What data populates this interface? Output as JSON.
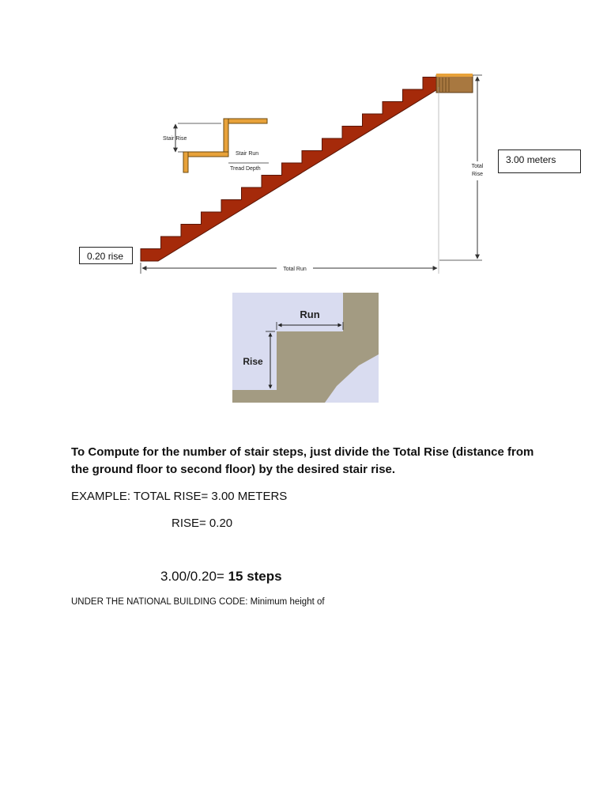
{
  "diagram1": {
    "stair_rise": "Stair Rise",
    "stair_run": "Stair Run",
    "tread_depth": "Tread Depth",
    "total_rise_line1": "Total",
    "total_rise_line2": "Rise",
    "total_run": "Total Run",
    "callout_rise": "0.20 rise",
    "callout_total": "3.00 meters",
    "colors": {
      "stair": "#a52a0a",
      "stair_edge": "#5a1505",
      "tread_detail": "#e8a23a"
    }
  },
  "diagram2": {
    "run": "Run",
    "rise": "Rise",
    "colors": {
      "background": "#d9dcf0",
      "step": "#a39b82"
    }
  },
  "text": {
    "paragraph": "To Compute for the number of stair steps, just divide the Total Rise (distance from the ground floor to second floor) by the desired stair rise.",
    "example_line": "EXAMPLE: TOTAL RISE= 3.00 METERS",
    "rise_line": "RISE= 0.20",
    "formula_plain": "3.00/0.20=",
    "formula_bold": "15 steps",
    "code_line": "UNDER THE NATIONAL BUILDING CODE: Minimum height of"
  }
}
